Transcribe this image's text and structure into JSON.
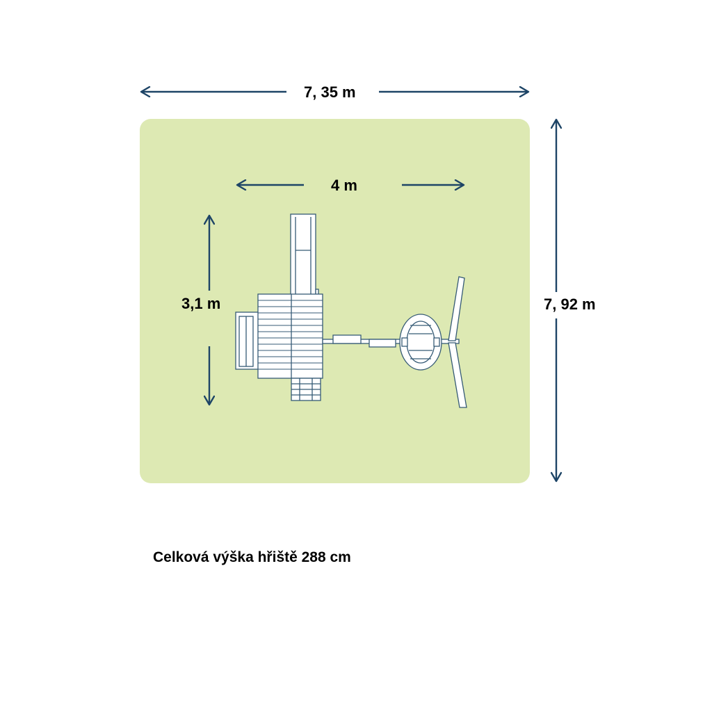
{
  "dimensions": {
    "area_width": "7, 35 m",
    "area_depth": "7, 92 m",
    "playset_width": "4 m",
    "playset_depth": "3,1 m"
  },
  "note": "Celková výška hřiště 288 cm",
  "colors": {
    "area_fill": "#dde9b3",
    "dimension_arrow": "#1d4466",
    "playset_outline": "#355a75",
    "playset_fill": "#ffffff"
  }
}
